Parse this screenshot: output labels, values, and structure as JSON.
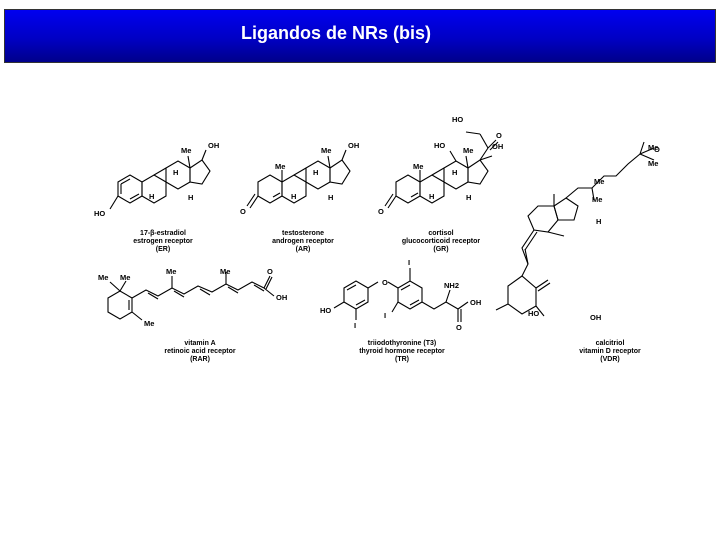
{
  "slide": {
    "title": "Ligandos de NRs (bis)"
  },
  "molecules": {
    "estradiol": {
      "name": "17-β-estradiol",
      "receptor": "estrogen receptor",
      "abbr": "(ER)"
    },
    "testosterone": {
      "name": "testosterone",
      "receptor": "androgen receptor",
      "abbr": "(AR)"
    },
    "cortisol": {
      "name": "cortisol",
      "receptor": "glucocorticoid receptor",
      "abbr": "(GR)"
    },
    "vitamin_a": {
      "name": "vitamin A",
      "receptor": "retinoic acid receptor",
      "abbr": "(RAR)"
    },
    "triiodothyronine": {
      "name": "triiodothyronine (T3)",
      "receptor": "thyroid hormone receptor",
      "abbr": "(TR)"
    },
    "calcitriol": {
      "name": "calcitriol",
      "receptor": "vitamin D receptor",
      "abbr": "(VDR)"
    }
  },
  "atom_labels": {
    "oh": "OH",
    "ho": "HO",
    "me": "Me",
    "h": "H",
    "o": "O",
    "i": "I",
    "nh2": "NH2"
  }
}
